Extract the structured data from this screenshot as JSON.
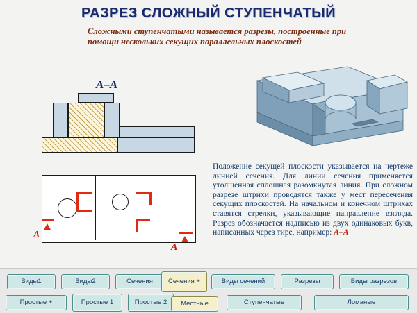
{
  "title": "РАЗРЕЗ СЛОЖНЫЙ СТУПЕНЧАТЫЙ",
  "intro": "Сложными ступенчатыми называется разрезы, построенные при помощи нескольких секущих параллельных плоскостей",
  "section_label": "А–А",
  "section_marks": {
    "left": "А",
    "right": "А"
  },
  "body_text_parts": {
    "p1": "Положение секущей плоскости указывается на чертеже линией сечения. Для линии сечения применяется утолщенная сплошная разомкнутая линия. При сложном разрезе штрихи проводятся также у мест пересечения секущих плоскостей. На начальном и конечном штрихах ставятся стрелки, указывающие направление взгляда. Разрез обозначается надписью из двух одинаковых букв, написанных через тире, например: ",
    "aa": "А–А"
  },
  "buttons": {
    "row1": [
      {
        "label": "Виды1",
        "active": false
      },
      {
        "label": "Виды2",
        "active": false
      },
      {
        "label": "Сечения",
        "active": false
      },
      {
        "label": "Сечения +",
        "active": true
      },
      {
        "label": "Виды сечений",
        "active": false
      },
      {
        "label": "Разрезы",
        "active": false
      },
      {
        "label": "Виды разрезов",
        "active": false
      }
    ],
    "row2": [
      {
        "label": "Простые +",
        "active": false
      },
      {
        "label": "Простые 1",
        "active": false
      },
      {
        "label": "Простые 2",
        "active": false
      },
      {
        "label": "Местные",
        "active": true
      },
      {
        "label": "Ступенчатые",
        "active": false
      },
      {
        "label": "Ломаные",
        "active": false
      }
    ]
  },
  "colors": {
    "title": "#1a2a6b",
    "intro": "#7a2a10",
    "body": "#123a6b",
    "accent_red": "#b52b14",
    "button_fill": "#cfe8e6",
    "button_active": "#f5f0c9",
    "iso_light": "#cfe0ea",
    "iso_mid": "#9cb8cc",
    "iso_dark": "#5f8098"
  }
}
